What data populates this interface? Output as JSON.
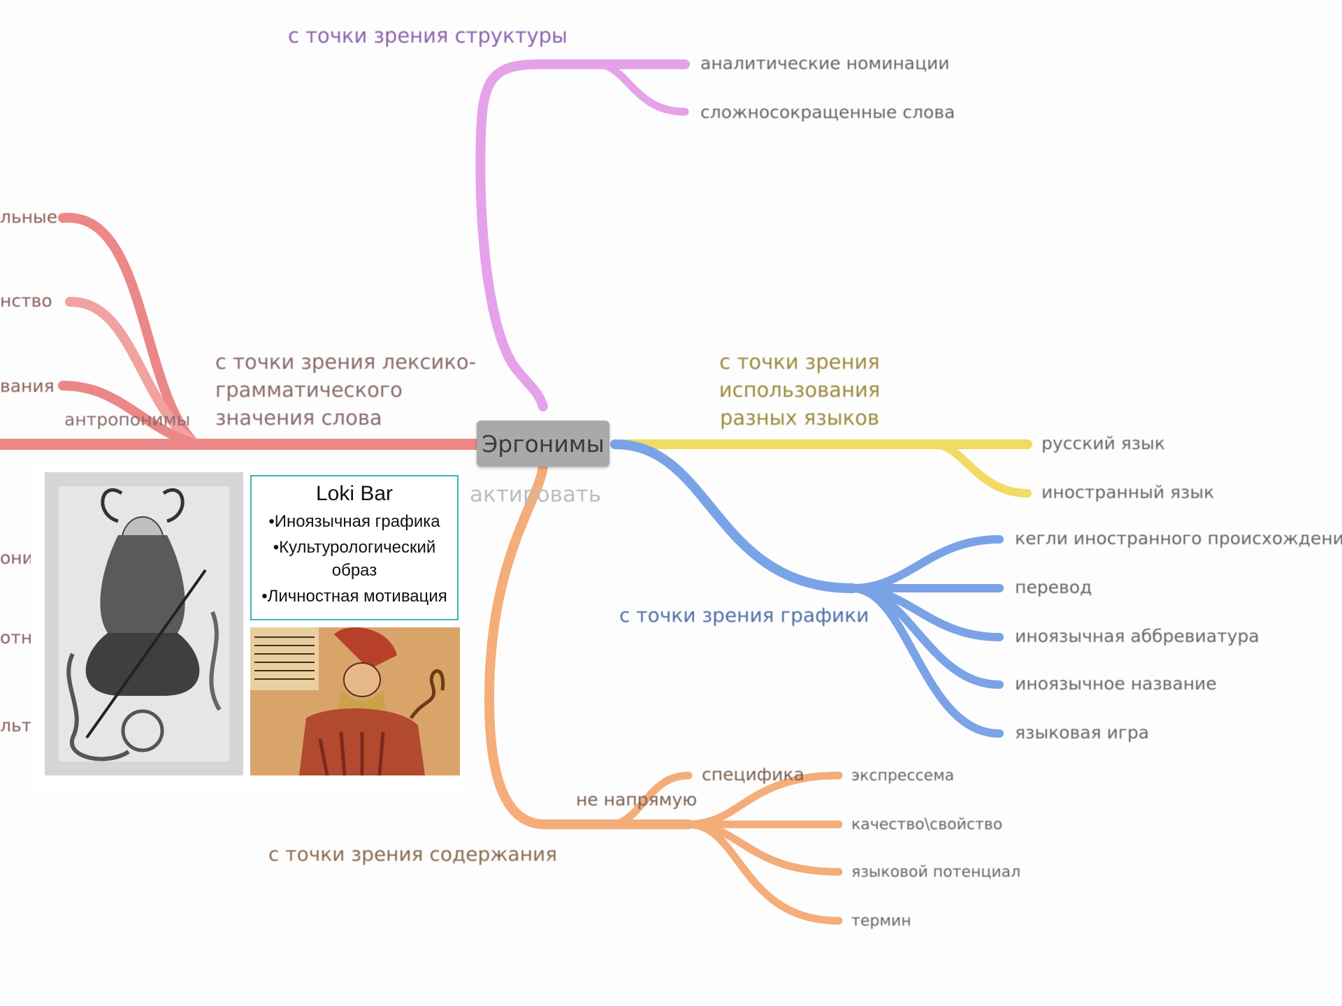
{
  "central": {
    "label": "Эргонимы",
    "edit_ghost": "актировать"
  },
  "branches": {
    "structure": {
      "label": "с точки зрения структуры",
      "color": "#e39ae8",
      "children": [
        "аналитические номинации",
        "сложносокращенные слова"
      ]
    },
    "lexico": {
      "label": "с точки зрения лексико-грамматического значения слова",
      "color": "#ea7e7e",
      "sub_label": "антропонимы",
      "cut_labels": [
        "льные",
        "нство",
        "вания",
        "оним",
        "отны",
        "льтур"
      ]
    },
    "languages": {
      "label": "с точки зрения использования разных языков",
      "color": "#f0d95a",
      "children": [
        "русский язык",
        "иностранный язык"
      ]
    },
    "graphics": {
      "label": "с точки зрения графики",
      "color": "#6f9ce6",
      "children": [
        "кегли иностранного происхождения",
        "перевод",
        "иноязычная аббревиатура",
        "иноязычное название",
        "языковая игра"
      ]
    },
    "content": {
      "label": "с точки зрения содержания",
      "color": "#f4a66e",
      "sub_label": "не напрямую",
      "sub_sub_label": "специфика",
      "children": [
        "экспрессема",
        "качество\\свойство",
        "языковой потенциал",
        "термин"
      ]
    }
  },
  "slide": {
    "title": "Loki Bar",
    "items": [
      "•Иноязычная графика",
      "•Культурологический образ",
      "•Личностная мотивация"
    ],
    "accent": "#3ab5b0",
    "image_left": "loki-drawing",
    "image_right": "norse-manuscript-figure"
  }
}
